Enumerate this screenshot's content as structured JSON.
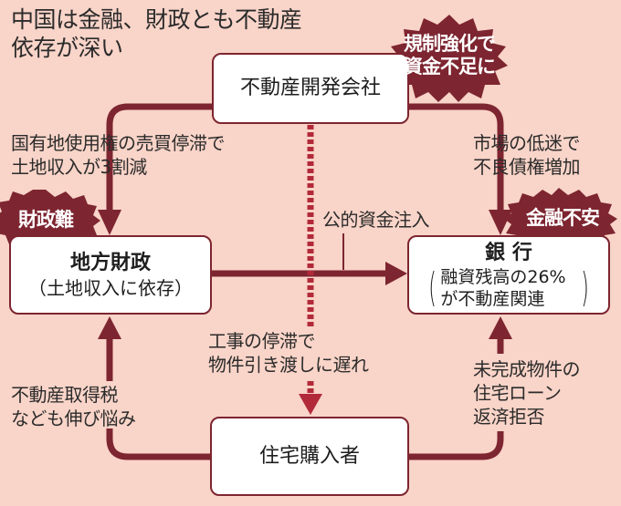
{
  "title": {
    "line1": "中国は金融、財政とも不動産",
    "line2": "依存が深い"
  },
  "colors": {
    "background": "#f9d4c8",
    "arrow": "#7d2530",
    "dashed_arrow": "#b22a3a",
    "burst": "#7d2530",
    "box_fill": "#ffffff"
  },
  "nodes": {
    "developer": {
      "label": "不動産開発会社"
    },
    "local_finance": {
      "label": "地方財政",
      "sub": "（土地収入に依存）"
    },
    "bank": {
      "label": "銀 行",
      "sub_line1": "融資残高の26%",
      "sub_line2": "が不動産関連"
    },
    "homebuyer": {
      "label": "住宅購入者"
    }
  },
  "bursts": {
    "developer": {
      "line1": "規制強化で",
      "line2": "資金不足に"
    },
    "local_finance": {
      "text": "財政難"
    },
    "bank": {
      "text": "金融不安"
    }
  },
  "edges": {
    "developer_to_local": {
      "line1": "国有地使用権の売買停滞で",
      "line2": "土地収入が3割減"
    },
    "developer_to_bank": {
      "line1": "市場の低迷で",
      "line2": "不良債権増加"
    },
    "local_to_bank": {
      "text": "公的資金注入"
    },
    "developer_to_buyer": {
      "line1": "工事の停滞で",
      "line2": "物件引き渡しに遅れ"
    },
    "buyer_to_local": {
      "line1": "不動産取得税",
      "line2": "なども伸び悩み"
    },
    "buyer_to_bank": {
      "line1": "未完成物件の",
      "line2": "住宅ローン",
      "line3": "返済拒否"
    }
  }
}
